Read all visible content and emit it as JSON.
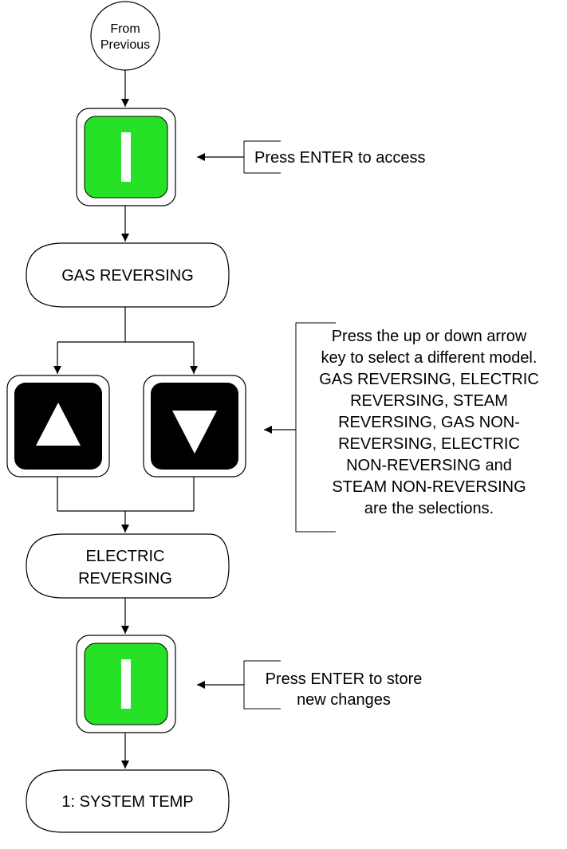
{
  "start": {
    "line1": "From",
    "line2": "Previous"
  },
  "step_access": {
    "button_symbol": "I",
    "note": "Press ENTER to access"
  },
  "display_1": {
    "text": "GAS REVERSING"
  },
  "arrow_keys": {
    "up_symbol": "▲",
    "down_symbol": "▼",
    "note_lines": [
      "Press the up or down arrow",
      "key to select a different model.",
      "GAS REVERSING, ELECTRIC",
      "REVERSING, STEAM",
      "REVERSING, GAS NON-",
      "REVERSING, ELECTRIC",
      "NON-REVERSING and",
      "STEAM NON-REVERSING",
      "are the selections."
    ]
  },
  "display_2": {
    "line1": "ELECTRIC",
    "line2": "REVERSING"
  },
  "step_store": {
    "button_symbol": "I",
    "note_line1": "Press ENTER to store",
    "note_line2": "new changes"
  },
  "display_3": {
    "text": "1: SYSTEM TEMP"
  },
  "colors": {
    "enter_key": "#26e126",
    "arrow_key": "#000000",
    "line": "#000000"
  }
}
